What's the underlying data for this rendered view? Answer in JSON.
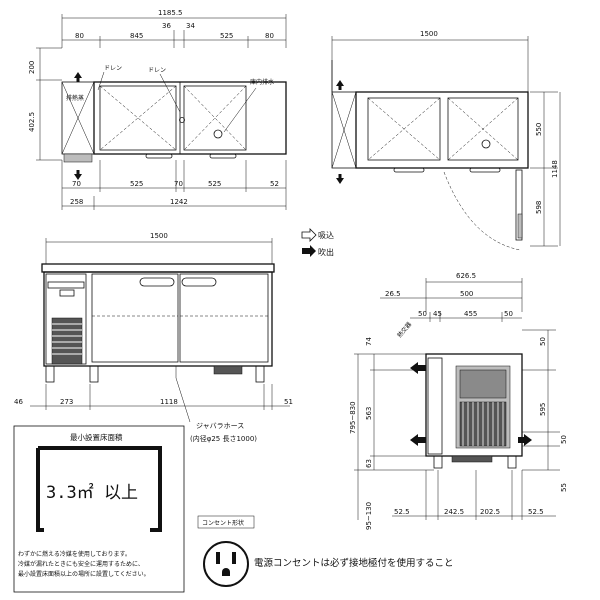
{
  "top_view": {
    "dims_top": [
      "1185.5",
      "80",
      "845",
      "36",
      "34",
      "525",
      "80"
    ],
    "dims_left": [
      "200",
      "402.5"
    ],
    "dims_bottom1": [
      "70",
      "525",
      "70",
      "525",
      "52"
    ],
    "dims_bottom2": [
      "258",
      "1242"
    ],
    "labels": {
      "drain1": "ドレン",
      "drain2": "ドレン",
      "interior_drain": "庫内排水",
      "hot_air": "排熱蒸"
    }
  },
  "right_top_view": {
    "dim_width": "1500",
    "dims_right": [
      "550",
      "598",
      "1148"
    ]
  },
  "legend": {
    "intake": "吸込",
    "exhaust": "吹出"
  },
  "front_view": {
    "dim_width": "1500",
    "dims_bottom": [
      "46",
      "273",
      "1118",
      "51"
    ],
    "hose_label": "ジャバラホース",
    "hose_spec": "(内径φ25  長さ1000)"
  },
  "side_view": {
    "dims_top": [
      "626.5",
      "26.5",
      "500",
      "50",
      "45",
      "455",
      "50"
    ],
    "dims_left": [
      "74",
      "563",
      "795~830",
      "63",
      "95~130"
    ],
    "dims_right": [
      "50",
      "595",
      "50",
      "55"
    ],
    "dims_bottom": [
      "52.5",
      "242.5",
      "202.5",
      "52.5"
    ],
    "label_hot": "熱交器"
  },
  "min_area": {
    "title": "最小設置床面積",
    "value": "3.3㎡  以上",
    "notes": [
      "わずかに燃える冷媒を使用しております。",
      "冷媒が漏れたときにも安全に運用するために、",
      "最小設置床面積以上の場所に設置してください。"
    ]
  },
  "outlet": {
    "title": "コンセント形状",
    "note": "電源コンセントは必ず接地極付を使用すること"
  }
}
